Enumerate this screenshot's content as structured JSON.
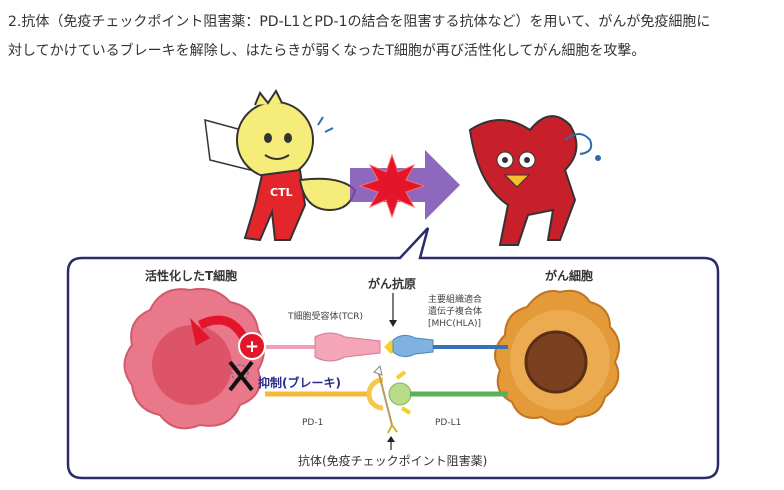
{
  "paragraph": {
    "line1": "2.抗体（免疫チェックポイント阻害薬：PD-L1とPD-1の結合を阻害する抗体など）を用いて、がんが免疫細胞に",
    "line2": "対してかけているブレーキを解除し、はたらきが弱くなったT細胞が再び活性化してがん細胞を攻撃。"
  },
  "figure": {
    "character_label": "CTL",
    "t_cell_label": "活性化したT細胞",
    "cancer_cell_label": "がん細胞",
    "antigen_label": "がん抗原",
    "tcr_label": "T細胞受容体(TCR)",
    "mhc_line1": "主要組織適合",
    "mhc_line2": "遺伝子複合体",
    "mhc_line3": "[MHC(HLA)]",
    "plus_symbol": "+",
    "brake_label": "抑制(ブレーキ)",
    "pd1_label": "PD-1",
    "pdl1_label": "PD-L1",
    "antibody_label": "抗体(免疫チェックポイント阻害薬)",
    "colors": {
      "panel_border": "#2b2d6b",
      "t_cell": "#e8788a",
      "cancer_cell": "#e59a3a",
      "arrow": "#6a3aa0"
    }
  }
}
